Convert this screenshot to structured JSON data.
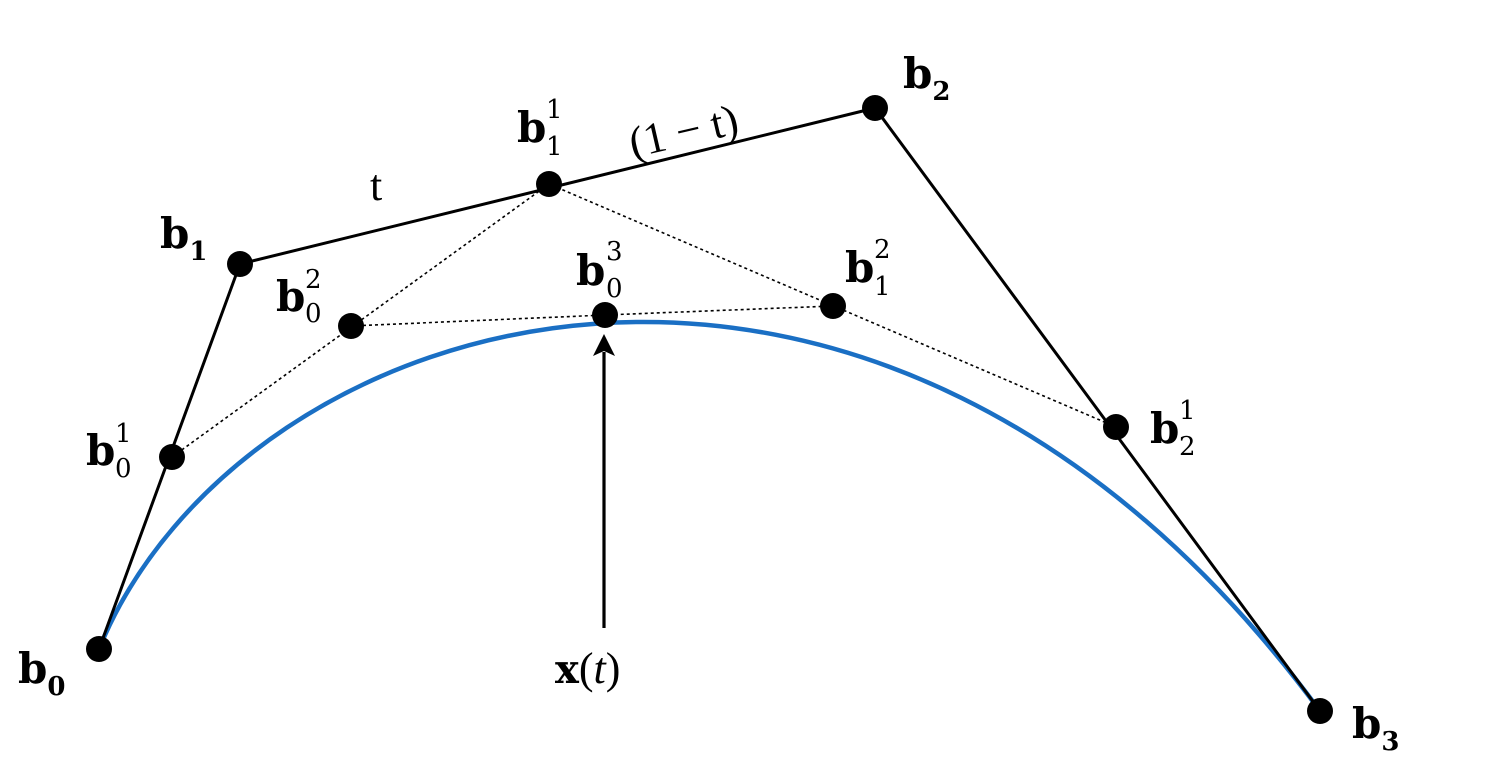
{
  "diagram": {
    "control_points": [
      {
        "id": "b0",
        "base": "b",
        "sub": "0",
        "sup": ""
      },
      {
        "id": "b1",
        "base": "b",
        "sub": "1",
        "sup": ""
      },
      {
        "id": "b2",
        "base": "b",
        "sub": "2",
        "sup": ""
      },
      {
        "id": "b3",
        "base": "b",
        "sub": "3",
        "sup": ""
      }
    ],
    "level1_points": [
      {
        "id": "b01",
        "base": "b",
        "sub": "0",
        "sup": "1"
      },
      {
        "id": "b11",
        "base": "b",
        "sub": "1",
        "sup": "1"
      },
      {
        "id": "b21",
        "base": "b",
        "sub": "2",
        "sup": "1"
      }
    ],
    "level2_points": [
      {
        "id": "b02",
        "base": "b",
        "sub": "0",
        "sup": "2"
      },
      {
        "id": "b12",
        "base": "b",
        "sub": "1",
        "sup": "2"
      }
    ],
    "level3_points": [
      {
        "id": "b03",
        "base": "b",
        "sub": "0",
        "sup": "3"
      }
    ],
    "segment_labels": {
      "t_label": "t",
      "one_minus_t_label": "(1 − t)"
    },
    "curve_point_label": {
      "bold": "x",
      "open_paren": "(",
      "param": "t",
      "close_paren": ")"
    },
    "colors": {
      "curve": "#1a6fc4",
      "polygon": "#000000",
      "construction": "#000000",
      "points": "#000000"
    }
  }
}
